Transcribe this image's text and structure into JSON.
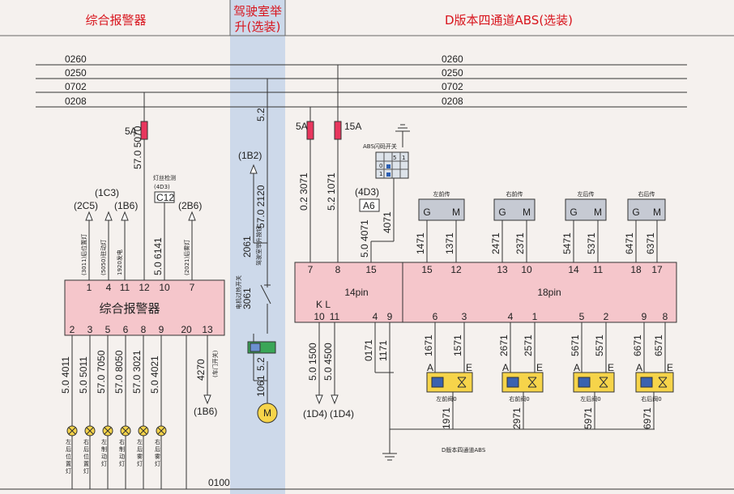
{
  "headers": {
    "left": "综合报警器",
    "middle_line1": "驾驶室举",
    "middle_line2": "升(选装)",
    "right": "D版本四通道ABS(选装)"
  },
  "buses": {
    "b1": "0260",
    "b2": "0250",
    "b3": "0702",
    "b4": "0208",
    "ground": "0100"
  },
  "fuses": {
    "f1": "5A",
    "f2": "5A",
    "f3": "15A"
  },
  "alarm": {
    "title": "综合报警器",
    "top_pins": [
      "1",
      "4",
      "11",
      "12",
      "10",
      "7"
    ],
    "bottom_pins": [
      "2",
      "3",
      "5",
      "6",
      "8",
      "9",
      "20",
      "13"
    ],
    "top_wires": [
      "(3011)后位置灯",
      "(5050)驻动灯",
      "1920发电",
      "5.0 6141",
      "(2021)后雾灯"
    ],
    "top_feed": "57.0 5070",
    "refs": [
      "(1C3)",
      "(2C5)",
      "(1B6)",
      "(2B6)",
      "(1B6)"
    ],
    "lamp_check": "灯丝检测",
    "lamp_code": "(4D3)",
    "c12": "C12",
    "bottom_wires": [
      "5.0 4011",
      "5.0 5011",
      "57.0 7050",
      "57.0 8050",
      "57.0 3021",
      "5.0 4021",
      "4270"
    ],
    "door": "(车门开关)",
    "lamps": [
      "左后位置灯",
      "右后位置灯",
      "左制动灯",
      "右制动灯",
      "左后雾灯",
      "右后雾灯"
    ]
  },
  "lift": {
    "feed": "5.2",
    "ref": "(1B2)",
    "w1": "57.0 2120",
    "w2": "2061",
    "btn": "驾驶室举升按钮",
    "w3": "3061",
    "sw": "电机过热开关",
    "w4": "5.2",
    "w5": "1061",
    "motor": "M"
  },
  "abs": {
    "feed1": "0.2 3071",
    "feed2": "5.2 1071",
    "abs_switch": "ABS闪码开关",
    "sw_grid": [
      "5",
      "1",
      "0",
      "1"
    ],
    "a6_code": "(4D3)",
    "a6": "A6",
    "w_a6a": "5.0 4071",
    "w_a6b": "4071",
    "sensors": [
      "左前传",
      "右前传",
      "左后传",
      "右后传"
    ],
    "sensor_pins": [
      "G",
      "M"
    ],
    "sensor_wires": [
      "1471",
      "1371",
      "2471",
      "2371",
      "5471",
      "5371",
      "6471",
      "6371"
    ],
    "box1": "14pin",
    "box2": "18pin",
    "kl": "K  L",
    "top_pins14": [
      "7",
      "8",
      "15"
    ],
    "top_pins18": [
      "15",
      "12",
      "13",
      "10",
      "14",
      "11",
      "18",
      "17"
    ],
    "bot_pins14": [
      "10",
      "11",
      "4",
      "9"
    ],
    "bot_pins18": [
      "6",
      "3",
      "4",
      "1",
      "5",
      "2",
      "9",
      "8"
    ],
    "kw": [
      "5.0 1500",
      "5.0 4500",
      "0171",
      "1171"
    ],
    "refs": [
      "(1D4)",
      "(1D4)"
    ],
    "valve_wires": [
      "1671",
      "1571",
      "2671",
      "2571",
      "5671",
      "5571",
      "6671",
      "6571"
    ],
    "valve_ae": [
      "A",
      "E"
    ],
    "valves": [
      "左前阀0",
      "右前阀0",
      "左后阀0",
      "右后阀0"
    ],
    "returns": [
      "1971",
      "2971",
      "5971",
      "6971"
    ],
    "caption": "D版本四通道ABS"
  }
}
